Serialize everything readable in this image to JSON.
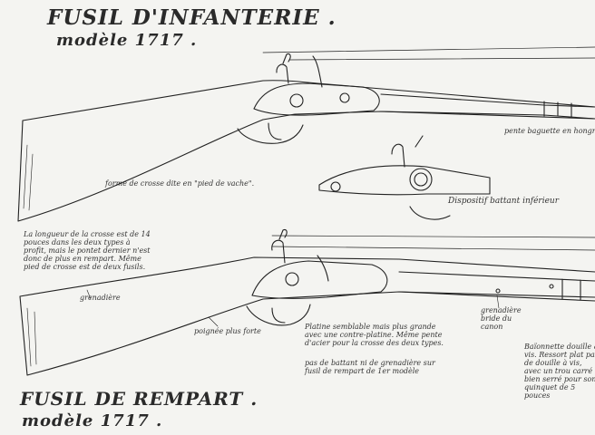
{
  "titles": {
    "top_title": "FUSIL D'INFANTERIE .",
    "top_subtitle": "modèle 1717 .",
    "bottom_title": "FUSIL DE REMPART .",
    "bottom_subtitle": "modèle 1717 ."
  },
  "notes": {
    "baionnette": "pente baguette en hongre",
    "crosse": "forme de crosse dite en \"pied de vache\".",
    "dispositif": "Dispositif battant inférieur",
    "longueur": "La longueur de la crosse est de 14 pouces dans les deux types à profit, mais le pontet dernier n'est donc de plus en rempart. Même pied de crosse est de deux fusils.",
    "grenadiere": "grenadière",
    "poignee": "poignée plus forte",
    "bride": "grenadière bride du canon",
    "platine": "Platine semblable mais plus grande avec une contre-platine. Même pente d'acier pour la crosse des deux types.",
    "pas": "pas de battant ni de grenadière sur fusil de rempart de 1er modèle",
    "baionnette2": "Baïonnette douille à vis. Ressort plat pas de douille à vis, avec un trou carré bien serré pour son quinquet de 5 pouces"
  },
  "colors": {
    "ink": "#222222",
    "paper": "#f4f4f1"
  }
}
